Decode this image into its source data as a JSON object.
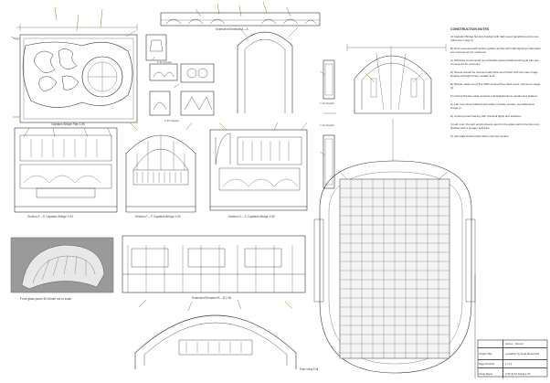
{
  "captions": {
    "plan": "Captains Bridge Plan 1:50",
    "extended_elevation_aa": "Extended Elevation A – A",
    "section_e": "Section E – E Captains Bridge 1:50",
    "section_f": "Section F – F Captains Bridge 1:50",
    "section_g": "Section G – G Captains Bridge 1:50",
    "glass_panel": "Front glass panel 3D Model not to scale",
    "extended_elevation_bb": "Extended Elevation B – B 1:50",
    "plan_view_full": "Plan View Full",
    "detail_1": "1:20 Details",
    "detail_2": "1:20 Details",
    "detail_3": "1:10 Details",
    "detail_4": "1:10 Details"
  },
  "notes": {
    "title": "CONSTRUCTION NOTES",
    "items": [
      "A) Captains Bridge flooring finished with dark wood panelling texture see reference image (i)",
      "B) Floor recessed with texture golden arches with LED lighting underneath see Concept art for reference",
      "C) Windows Constructed out of flexible glazed finished with gold trim see concept art for reference",
      "D) Woods should be reversed with dark wood finish with the main image finished with light brass metallic look",
      "E) Woods made out of fine MDF textured fine hard wood, reference image (ii)",
      "F) Control Panels made and has practical functions repaint and shaded",
      "G) Lab room floor finished with white concrete texture. see Reference image (i)",
      "H) Control panel working with practical lights and switches",
      "J) Lab room through acrylic sheets used for the glass wall in the lab room, finished with a opaque light blue",
      "K) Lab walls finished with white concrete texture"
    ]
  },
  "title_block": {
    "designer_label": "",
    "designer_value": "James · Dorcott",
    "project_label": "Project Title",
    "project_value": "Leviathan by Scott Westerfeld",
    "page_label": "Page Number",
    "page_value": "1 of 1",
    "scale_label": "Scale Paper",
    "scale_value": "1:50 @ A3 Detail 1:20"
  },
  "colors": {
    "line": "#333333",
    "accent": "#6a8f2a",
    "photo_bg": "#9a9a9a",
    "fill_light": "#f4f4f4"
  }
}
